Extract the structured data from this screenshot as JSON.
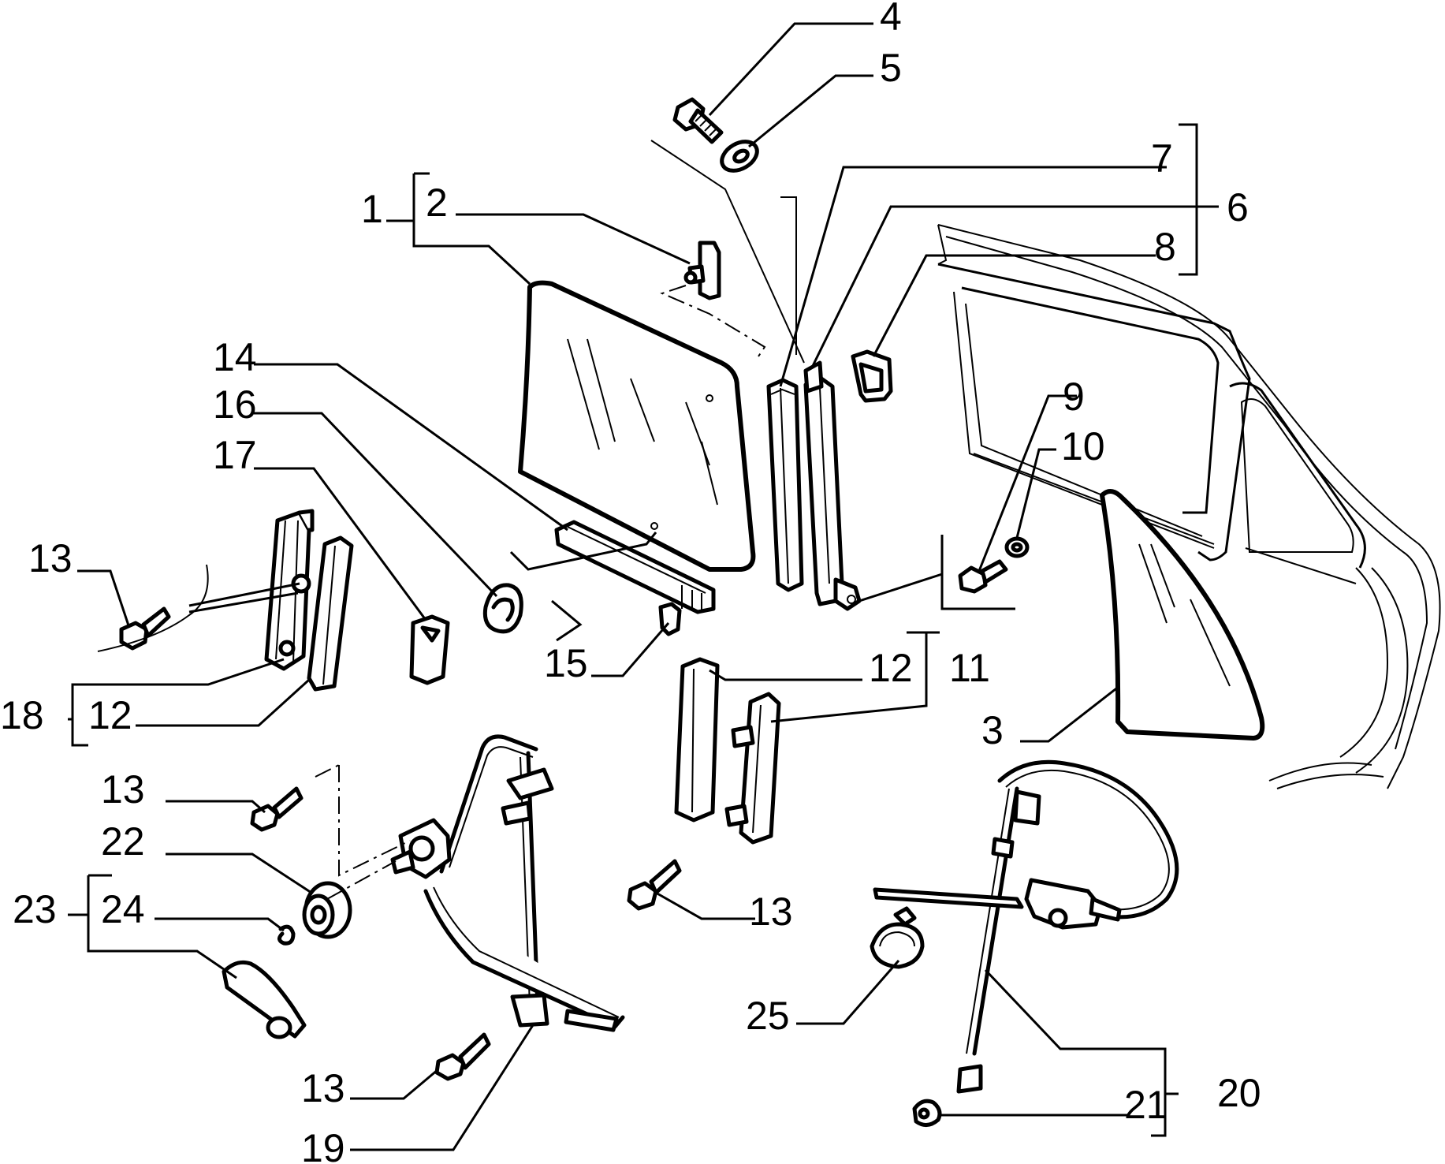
{
  "callouts": [
    {
      "id": "c1",
      "text": "1"
    },
    {
      "id": "c2",
      "text": "2"
    },
    {
      "id": "c3",
      "text": "3"
    },
    {
      "id": "c4",
      "text": "4"
    },
    {
      "id": "c5",
      "text": "5"
    },
    {
      "id": "c6",
      "text": "6"
    },
    {
      "id": "c7",
      "text": "7"
    },
    {
      "id": "c8",
      "text": "8"
    },
    {
      "id": "c9",
      "text": "9"
    },
    {
      "id": "c10",
      "text": "10"
    },
    {
      "id": "c11",
      "text": "11"
    },
    {
      "id": "c12a",
      "text": "12"
    },
    {
      "id": "c12b",
      "text": "12"
    },
    {
      "id": "c13a",
      "text": "13"
    },
    {
      "id": "c13b",
      "text": "13"
    },
    {
      "id": "c13c",
      "text": "13"
    },
    {
      "id": "c13d",
      "text": "13"
    },
    {
      "id": "c14",
      "text": "14"
    },
    {
      "id": "c15",
      "text": "15"
    },
    {
      "id": "c16",
      "text": "16"
    },
    {
      "id": "c17",
      "text": "17"
    },
    {
      "id": "c18",
      "text": "18"
    },
    {
      "id": "c19",
      "text": "19"
    },
    {
      "id": "c20",
      "text": "20"
    },
    {
      "id": "c21",
      "text": "21"
    },
    {
      "id": "c22",
      "text": "22"
    },
    {
      "id": "c23",
      "text": "23"
    },
    {
      "id": "c24",
      "text": "24"
    },
    {
      "id": "c25",
      "text": "25"
    }
  ]
}
